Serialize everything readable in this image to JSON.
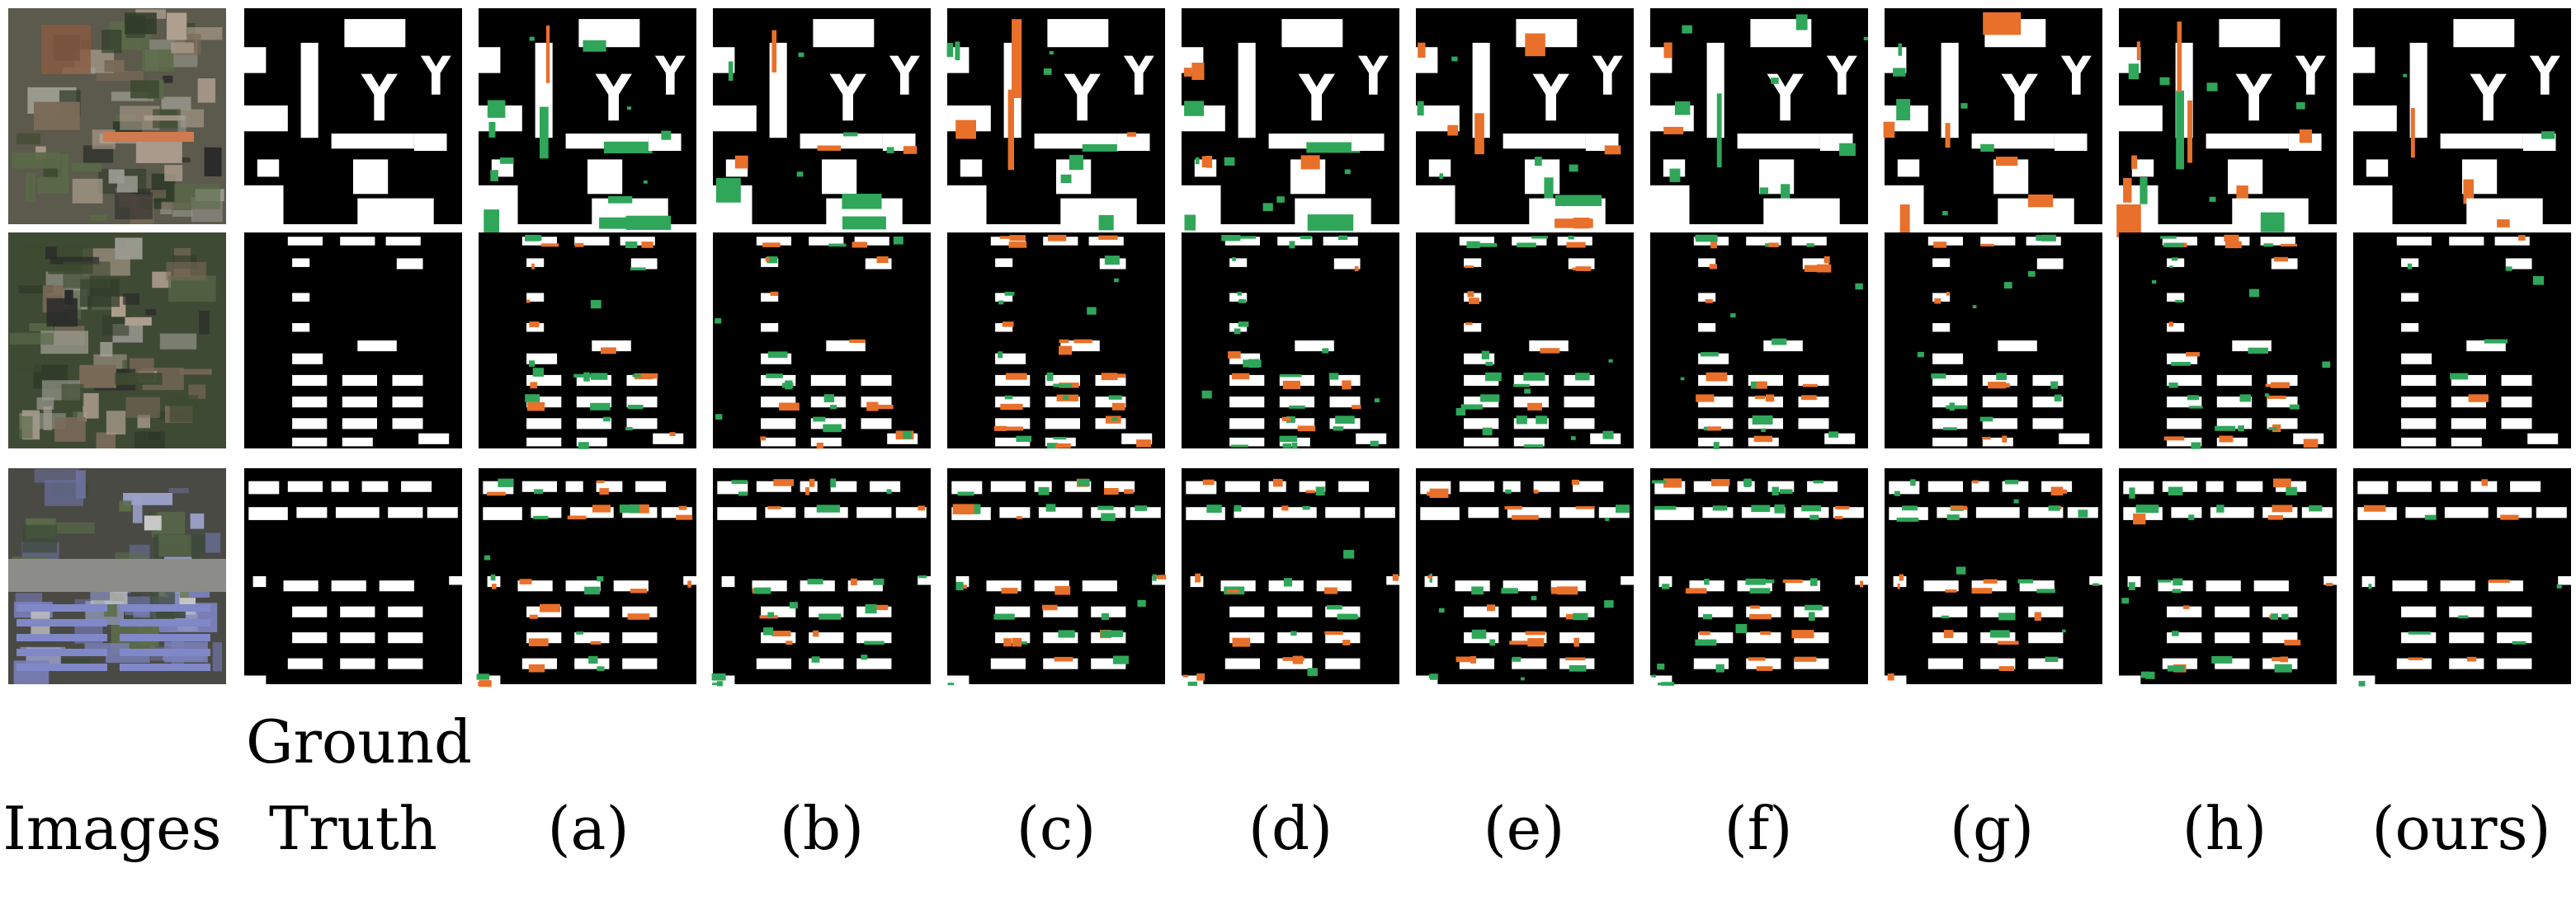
{
  "captions": {
    "images": "Images",
    "ground_truth_line1": "Ground",
    "ground_truth_line2": "Truth",
    "a": "(a)",
    "b": "(b)",
    "c": "(c)",
    "d": "(d)",
    "e": "(e)",
    "f": "(f)",
    "g": "(g)",
    "h": "(h)",
    "ours": "(ours)"
  },
  "colors": {
    "background": "#000000",
    "building": "#ffffff",
    "false_positive": "#2fa65a",
    "false_negative": "#e8702a"
  }
}
